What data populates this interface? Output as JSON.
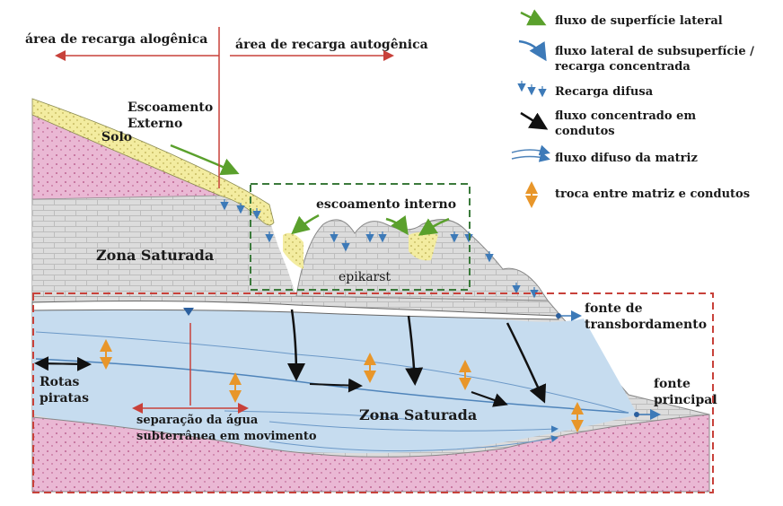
{
  "top_labels": {
    "allogenic": "área de recarga alogênica",
    "autogenic": "área de recarga autogênica"
  },
  "legend": [
    {
      "icon": "green-arrow-icon",
      "text": [
        "fluxo de superfície lateral"
      ]
    },
    {
      "icon": "blue-curved-arrow-icon",
      "text": [
        "fluxo lateral de subsuperfície /",
        "recarga concentrada"
      ]
    },
    {
      "icon": "small-blue-arrows-icon",
      "text": [
        "Recarga difusa"
      ]
    },
    {
      "icon": "black-arrow-icon",
      "text": [
        "fluxo concentrado em",
        "condutos"
      ]
    },
    {
      "icon": "blue-double-line-arrow-icon",
      "text": [
        "fluxo difuso da matriz"
      ]
    },
    {
      "icon": "orange-double-arrow-icon",
      "text": [
        "troca entre matriz e condutos"
      ]
    }
  ],
  "labels": {
    "solo": "Solo",
    "escoamento_externo": [
      "Escoamento",
      "Externo"
    ],
    "escoamento_interno": "escoamento interno",
    "zona_saturada_upper": "Zona Saturada",
    "epikarst": "epikarst",
    "fonte_transbordamento": [
      "fonte de",
      "transbordamento"
    ],
    "rotas_piratas": [
      "Rotas",
      "piratas"
    ],
    "separacao": [
      "separação da água",
      "subterrânea em movimento"
    ],
    "zona_saturada_lower": "Zona Saturada",
    "fonte_principal": [
      "fonte",
      "principal"
    ]
  },
  "colors": {
    "soil_yellow": "#f3eca0",
    "pink_rock": "#eab8d4",
    "grey_rock": "#dcdcdc",
    "water_blue": "#c6dcef",
    "green_arrow": "#5aa02c",
    "blue_arrow": "#3d7ab8",
    "orange_arrow": "#e8962a",
    "red_line": "#c8413a"
  }
}
